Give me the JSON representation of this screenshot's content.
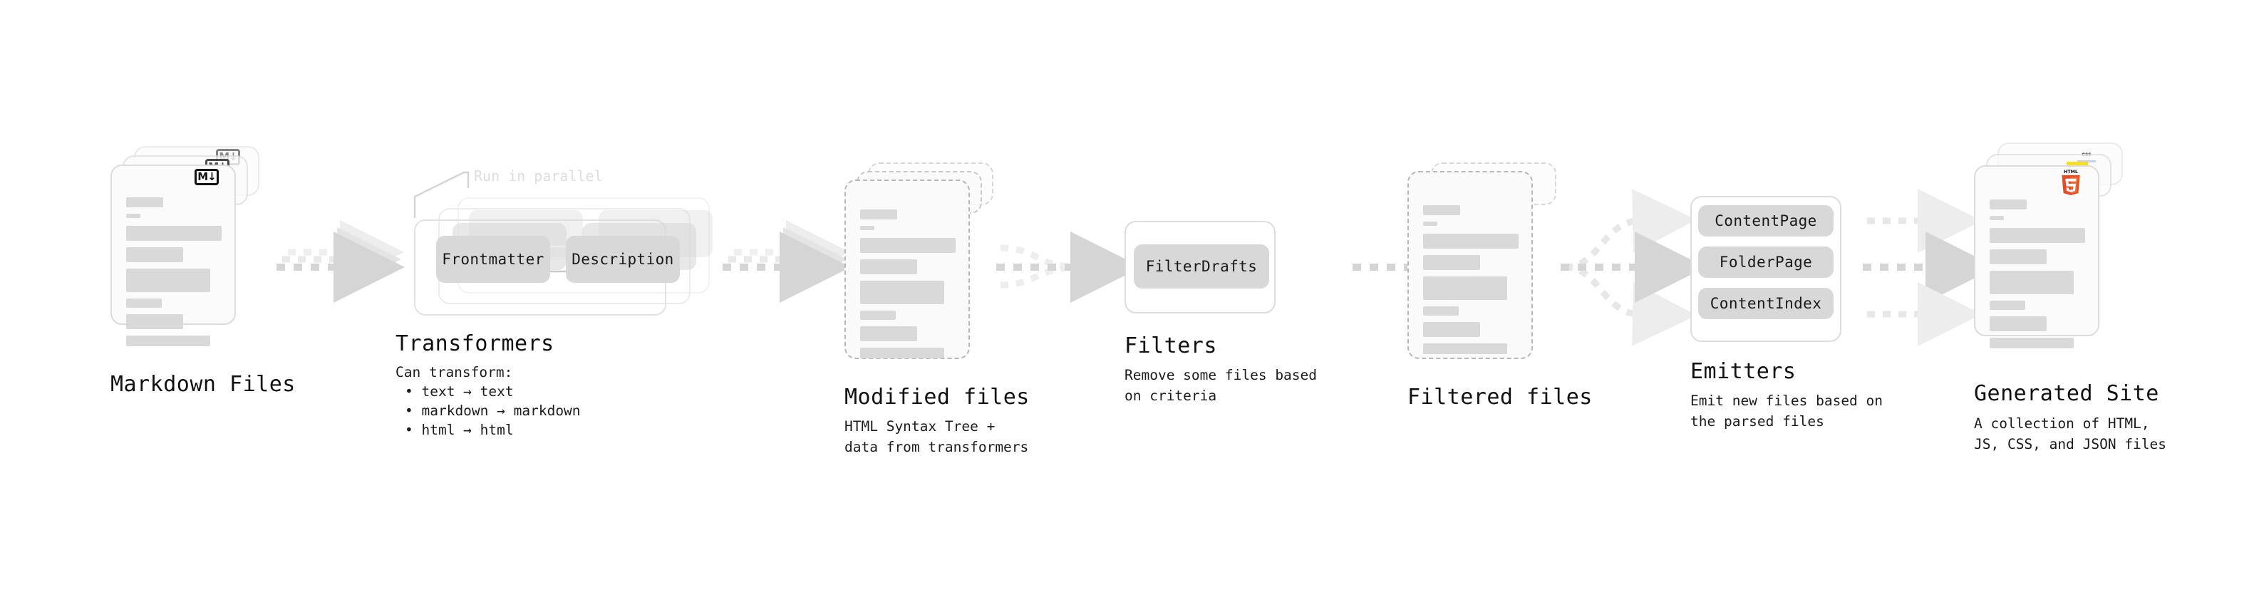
{
  "diagram": {
    "title_hidden": "",
    "colors": {
      "bar": "#d9d9d9",
      "card_bg": "#fbfbfb",
      "card_border": "#dcdcdc",
      "pill": "#d8d8d8",
      "arrow": "#d5d5d5",
      "arrow_faint": "#ececec",
      "text": "#111111",
      "faint_text": "#dedede",
      "html5_orange": "#e44d26",
      "js_yellow": "#f7df1e",
      "css_blue": "#264de4"
    },
    "stages": [
      {
        "id": "markdown-files",
        "heading": "Markdown Files",
        "subtext": "",
        "badge": "markdown-badge",
        "badge_text": "M↓"
      },
      {
        "id": "transformers",
        "heading": "Transformers",
        "subtext": "Can transform:",
        "annotation": "Run in parallel",
        "bullets": [
          "• text → text",
          "• markdown → markdown",
          "• html → html"
        ],
        "pills": [
          "Frontmatter",
          "Description"
        ]
      },
      {
        "id": "modified-files",
        "heading": "Modified files",
        "subtext": "HTML Syntax Tree +\ndata from transformers"
      },
      {
        "id": "filters",
        "heading": "Filters",
        "subtext": "Remove some files based\non criteria",
        "pills": [
          "FilterDrafts"
        ]
      },
      {
        "id": "filtered-files",
        "heading": "Filtered files",
        "subtext": ""
      },
      {
        "id": "emitters",
        "heading": "Emitters",
        "subtext": "Emit new files based on\nthe parsed files",
        "pills": [
          "ContentPage",
          "FolderPage",
          "ContentIndex"
        ]
      },
      {
        "id": "generated-site",
        "heading": "Generated Site",
        "subtext": "A collection of HTML,\nJS, CSS, and JSON files",
        "badges": [
          "html5-badge",
          "js-badge",
          "css-badge"
        ],
        "html5_badge_top": "HTML",
        "html5_badge_num": "5",
        "css_badge_text": "CSS"
      }
    ]
  }
}
